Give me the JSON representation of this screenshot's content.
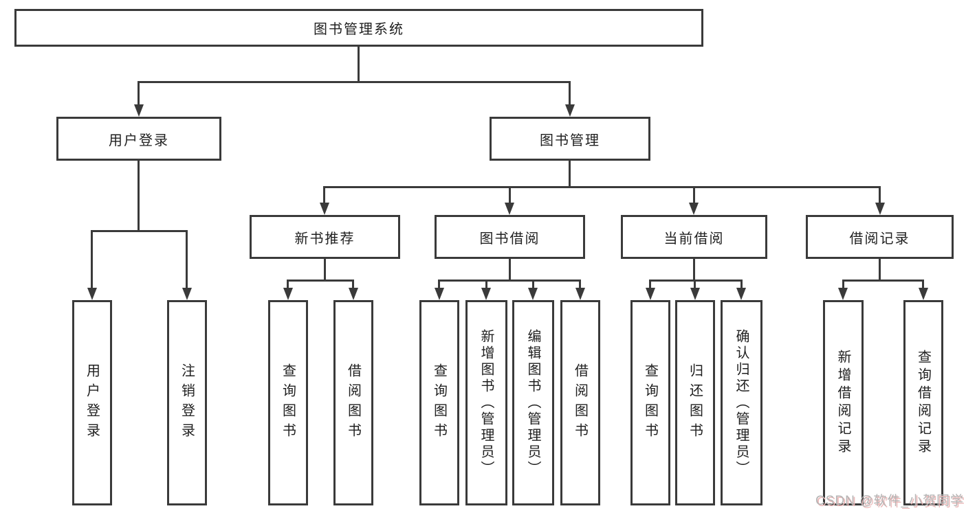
{
  "colors": {
    "line": "#3a3a3a",
    "text": "#1f1f1f",
    "background": "#ffffff",
    "watermark": "#b5b5b5",
    "watermark_shadow": "#eab7b7"
  },
  "nodes": {
    "root": "图书管理系统",
    "user_login": "用户登录",
    "book_mgmt": "图书管理",
    "new_rec": "新书推荐",
    "book_borrow": "图书借阅",
    "current_borrow": "当前借阅",
    "borrow_records": "借阅记录",
    "leaf_user_login": "用户登录",
    "leaf_logout": "注销登录",
    "leaf_rec_query": "查询图书",
    "leaf_rec_borrow": "借阅图书",
    "leaf_bb_query": "查询图书",
    "leaf_bb_add": "新增图书（管理员）",
    "leaf_bb_edit": "编辑图书（管理员）",
    "leaf_bb_borrow": "借阅图书",
    "leaf_cb_query": "查询图书",
    "leaf_cb_return": "归还图书",
    "leaf_cb_confirm": "确认归还（管理员）",
    "leaf_br_add": "新增借阅记录",
    "leaf_br_query": "查询借阅记录"
  },
  "watermark": {
    "text": "CSDN @软件_小贺同学"
  }
}
